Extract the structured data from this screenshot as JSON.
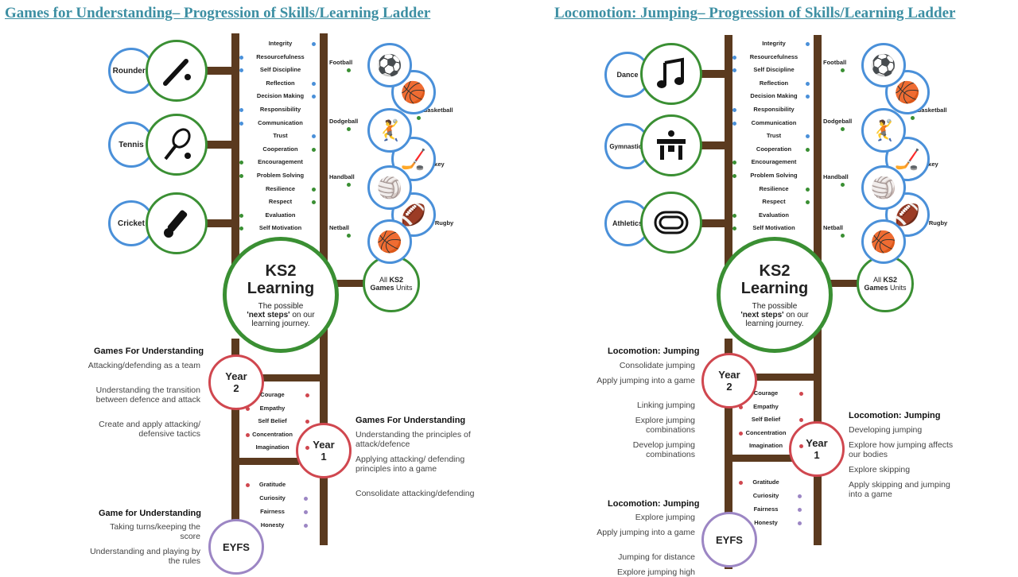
{
  "left": {
    "title": "Games for Understanding– Progression of Skills/Learning Ladder",
    "sports_left": [
      "Rounders",
      "Tennis",
      "Cricket"
    ],
    "values_top": [
      "Integrity",
      "Resourcefulness",
      "Self Discipline",
      "Reflection",
      "Decision Making",
      "Responsibility",
      "Communication",
      "Trust",
      "Cooperation",
      "Encouragement",
      "Problem Solving",
      "Resilience",
      "Respect",
      "Evaluation",
      "Self Motivation"
    ],
    "sports_right": [
      "Football",
      "Basketball",
      "Dodgeball",
      "Hockey",
      "Handball",
      "Tag Rugby",
      "Netball"
    ],
    "all_units": {
      "pre": "All",
      "bold": "KS2",
      "line2": "Games",
      "post": "Units"
    },
    "ks2": {
      "line1": "KS2",
      "line2": "Learning",
      "sub1": "The possible",
      "sub2": "'next steps'",
      "sub3": "on our",
      "sub4": "learning journey."
    },
    "year2": {
      "line1": "Year",
      "line2": "2"
    },
    "year1": {
      "line1": "Year",
      "line2": "1"
    },
    "eyfs": "EYFS",
    "values_mid": [
      "Courage",
      "Empathy",
      "Self Belief",
      "Concentration",
      "Imagination"
    ],
    "values_low": [
      "Gratitude",
      "Curiosity",
      "Fairness",
      "Honesty"
    ],
    "y2_head": "Games For Understanding",
    "y2_items": [
      "Attacking/defending as a team",
      "Understanding the transition between defence and attack",
      "Create and apply attacking/ defensive tactics"
    ],
    "y1_head": "Games For Understanding",
    "y1_items": [
      "Understanding the principles of attack/defence",
      "Applying attacking/ defending principles into a game",
      "Consolidate attacking/defending"
    ],
    "eyfs_head": "Game for Understanding",
    "eyfs_items": [
      "Taking turns/keeping the score",
      "Understanding and playing by the rules"
    ]
  },
  "right": {
    "title": "Locomotion: Jumping– Progression of Skills/Learning Ladder",
    "sports_left": [
      "Dance",
      "Gymnastics",
      "Athletics"
    ],
    "values_top": [
      "Integrity",
      "Resourcefulness",
      "Self Discipline",
      "Reflection",
      "Decision Making",
      "Responsibility",
      "Communication",
      "Trust",
      "Cooperation",
      "Encouragement",
      "Problem Solving",
      "Resilience",
      "Respect",
      "Evaluation",
      "Self Motivation"
    ],
    "sports_right": [
      "Football",
      "Basketball",
      "Dodgeball",
      "Hockey",
      "Handball",
      "Tag Rugby",
      "Netball"
    ],
    "all_units": {
      "pre": "All",
      "bold": "KS2",
      "line2": "Games",
      "post": "Units"
    },
    "ks2": {
      "line1": "KS2",
      "line2": "Learning",
      "sub1": "The possible",
      "sub2": "'next steps'",
      "sub3": "on our",
      "sub4": "learning journey."
    },
    "year2": {
      "line1": "Year",
      "line2": "2"
    },
    "year1": {
      "line1": "Year",
      "line2": "1"
    },
    "eyfs": "EYFS",
    "values_mid": [
      "Courage",
      "Empathy",
      "Self Belief",
      "Concentration",
      "Imagination"
    ],
    "values_low": [
      "Gratitude",
      "Curiosity",
      "Fairness",
      "Honesty"
    ],
    "y2_head": "Locomotion: Jumping",
    "y2_items": [
      "Consolidate jumping",
      "Apply jumping into a game",
      "Linking jumping",
      "Explore jumping combinations",
      "Develop jumping combinations"
    ],
    "y1_head": "Locomotion: Jumping",
    "y1_items": [
      "Developing jumping",
      "Explore how jumping affects our bodies",
      "Explore skipping",
      "Apply skipping and jumping into a game"
    ],
    "eyfs_head": "Locomotion: Jumping",
    "eyfs_items": [
      "Explore jumping",
      "Apply jumping into a game",
      "Jumping for distance",
      "Explore jumping high"
    ]
  }
}
